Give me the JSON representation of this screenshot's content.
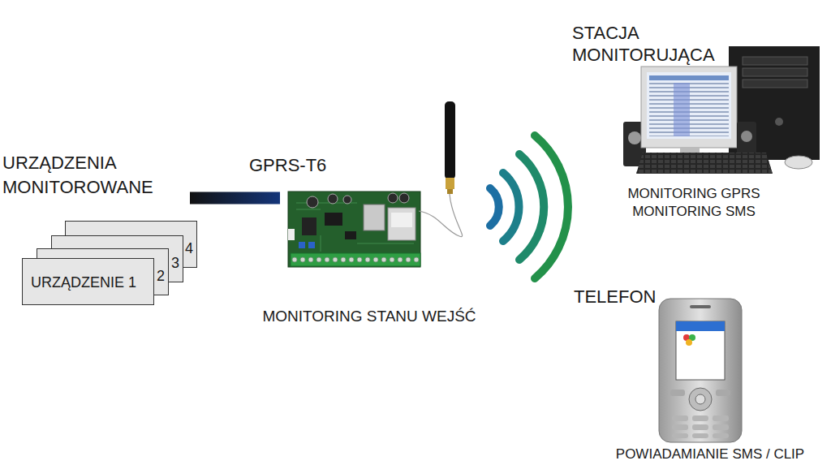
{
  "diagram": {
    "nodes": [
      {
        "text": [
          "URZĄDZENIA MONITOROWANE"
        ]
      },
      {
        "text": [
          "URZĄDZENIE 1"
        ],
        "in": 0
      },
      {
        "text": [
          "2"
        ],
        "in": 0
      },
      {
        "text": [
          "3"
        ],
        "in": 0
      },
      {
        "text": [
          "4"
        ],
        "in": 0
      },
      {
        "text": [
          "GPRS-T6",
          "MONITORING STANU WEJŚĆ"
        ]
      },
      {
        "text": [
          "STACJA MONITORUJĄCA",
          "MONITORING GPRS MONITORING SMS"
        ]
      },
      {
        "text": [
          "TELEFON",
          "POWIADAMIANIE SMS / CLIP"
        ]
      }
    ],
    "edges": [
      {
        "from": 0,
        "to": 5,
        "arrow": "none"
      }
    ]
  }
}
